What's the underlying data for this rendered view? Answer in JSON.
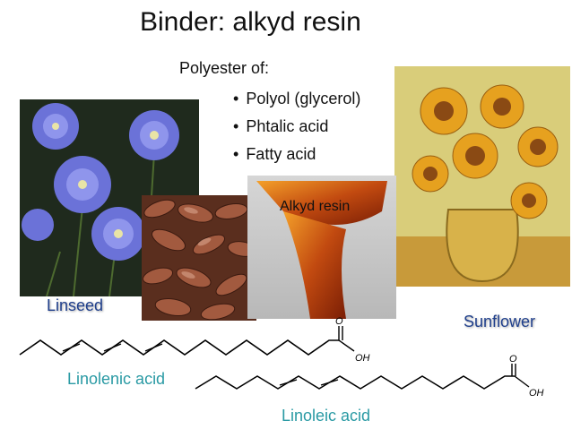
{
  "slide": {
    "title": "Binder: alkyd resin",
    "subtitle": "Polyester of:",
    "bullets": [
      {
        "text": "Polyol (glycerol)"
      },
      {
        "text": "Phtalic acid"
      },
      {
        "text": "Fatty acid"
      }
    ],
    "image_label_alkyd": "Alkyd resin",
    "label_linseed": "Linseed",
    "label_sunflower": "Sunflower",
    "label_linolenic": "Linolenic acid",
    "label_linoleic": "Linoleic acid",
    "chem": {
      "oxygen": "O",
      "hydroxyl": "OH"
    }
  },
  "colors": {
    "teal_label": "#2a9aa4",
    "blue_label": "#1f3f8c"
  }
}
